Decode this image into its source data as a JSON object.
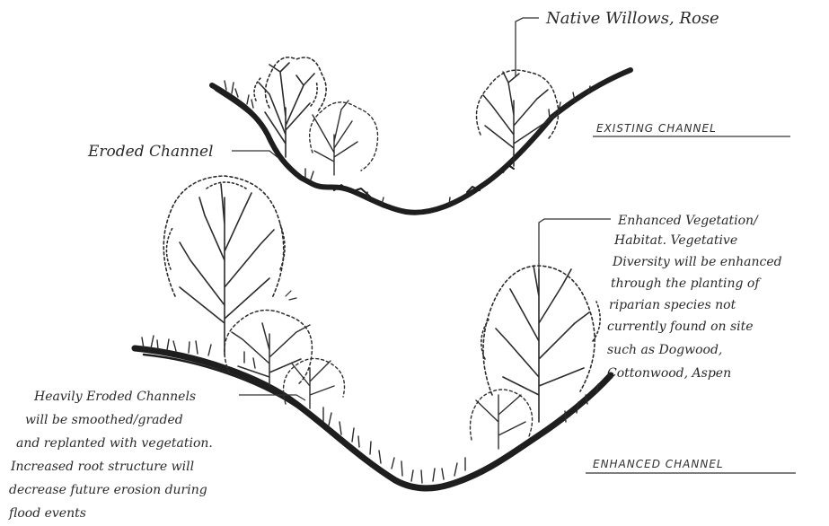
{
  "labels": {
    "native_willows": "Native Willows, Rose",
    "eroded_channel": "Eroded Channel",
    "existing_channel": "EXISTING CHANNEL",
    "enhanced_channel": "ENHANCED CHANNEL",
    "enhanced_vegetation": [
      "Enhanced Vegetation/",
      "Habitat. Vegetative",
      "Diversity will be enhanced",
      "through the planting of",
      "riparian species not",
      "currently found on site",
      "such as Dogwood,",
      "Cottonwood, Aspen"
    ],
    "heavily_eroded": [
      "Heavily Eroded Channels",
      "will be smoothed/graded",
      "and replanted with vegetation.",
      "Increased root structure will",
      "decrease future erosion during",
      "flood events"
    ]
  }
}
